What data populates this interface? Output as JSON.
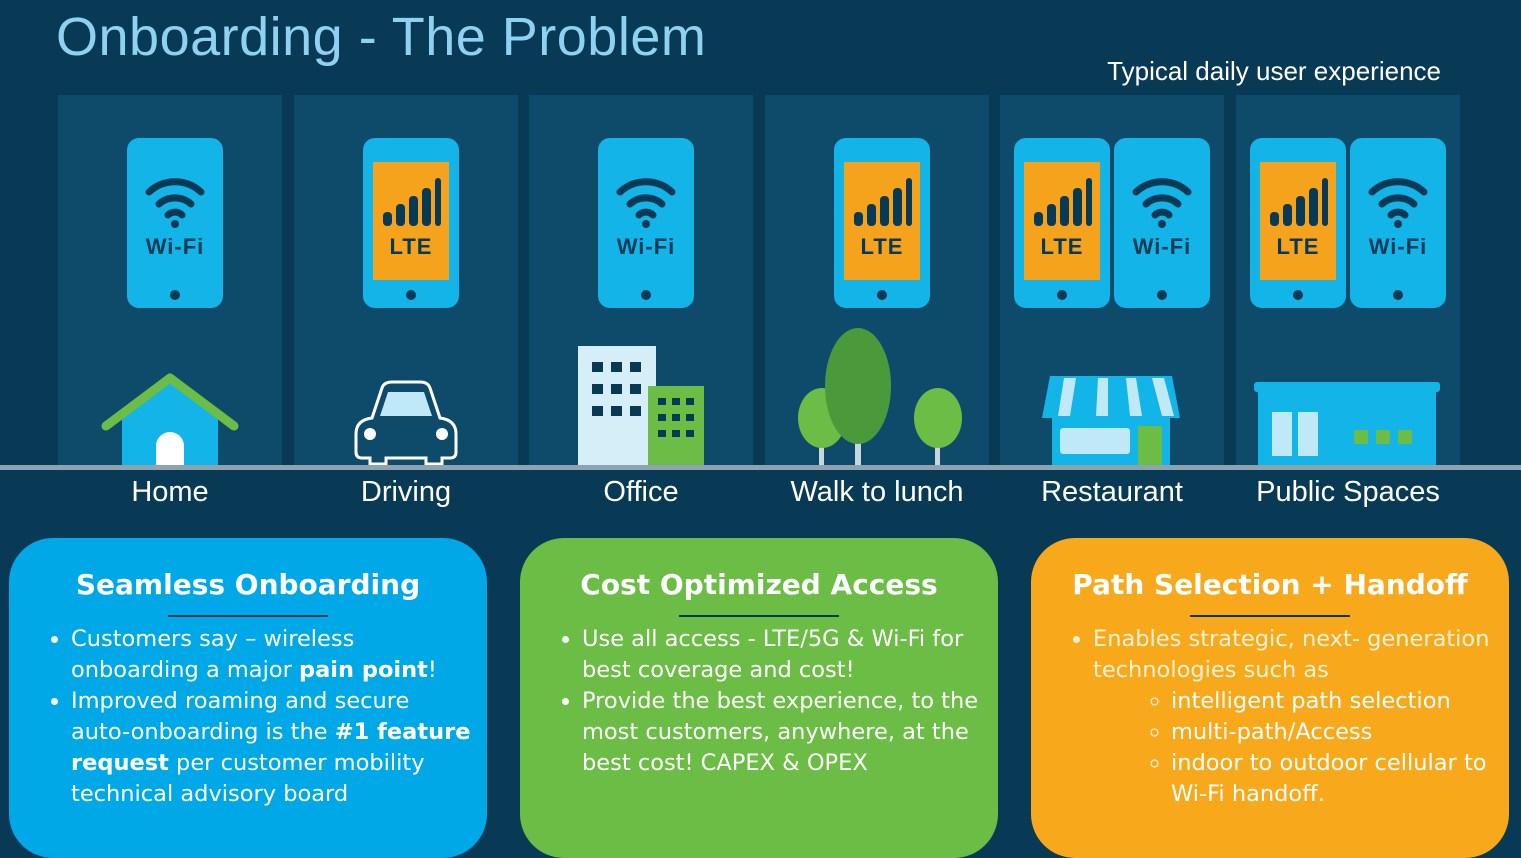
{
  "header": {
    "title": "Onboarding - The Problem",
    "subtitle": "Typical daily user experience"
  },
  "locations": [
    {
      "label": "Home",
      "phones": [
        "Wi-Fi"
      ],
      "scene": "house-icon"
    },
    {
      "label": "Driving",
      "phones": [
        "LTE"
      ],
      "scene": "car-icon"
    },
    {
      "label": "Office",
      "phones": [
        "Wi-Fi"
      ],
      "scene": "office-building-icon"
    },
    {
      "label": "Walk to lunch",
      "phones": [
        "LTE"
      ],
      "scene": "trees-icon"
    },
    {
      "label": "Restaurant",
      "phones": [
        "LTE",
        "Wi-Fi"
      ],
      "scene": "storefront-icon"
    },
    {
      "label": "Public Spaces",
      "phones": [
        "LTE",
        "Wi-Fi"
      ],
      "scene": "public-building-icon"
    }
  ],
  "cards": [
    {
      "title": "Seamless Onboarding",
      "color": "#00a8e8",
      "bullets": [
        {
          "pre": "Customers say – wireless onboarding a major ",
          "bold": "pain point",
          "post": "!"
        },
        {
          "pre": "Improved roaming and secure auto-onboarding is the ",
          "bold": "#1 feature request",
          "post": " per customer mobility technical advisory board"
        }
      ]
    },
    {
      "title": "Cost Optimized Access",
      "color": "#6bbd45",
      "bullets": [
        {
          "pre": "Use all access - LTE/5G & Wi-Fi for best coverage and cost!",
          "bold": "",
          "post": ""
        },
        {
          "pre": "Provide the best experience, to the most customers, anywhere, at the best cost! CAPEX & OPEX",
          "bold": "",
          "post": ""
        }
      ]
    },
    {
      "title": "Path Selection + Handoff",
      "color": "#f7a81b",
      "bullets": [
        {
          "pre": "Enables strategic, next- generation technologies such as",
          "bold": "",
          "post": ""
        }
      ],
      "sub_bullets": [
        "intelligent path selection",
        "multi-path/Access",
        "indoor to outdoor cellular to Wi-Fi handoff."
      ]
    }
  ],
  "colors": {
    "background": "#083a56",
    "column": "#0e4b6a",
    "phone": "#13b4e8",
    "lte_screen": "#f5a31d",
    "title": "#8fd1f0"
  }
}
